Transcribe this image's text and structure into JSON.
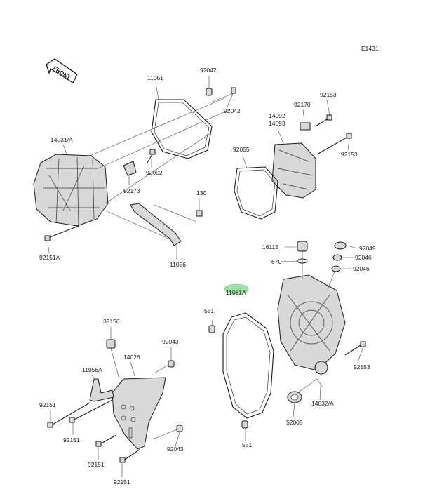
{
  "diagram_code": "E1431",
  "front_label": "FRONT",
  "highlight_color": "#9be3a6",
  "parts": {
    "p92042a": "92042",
    "p11061": "11061",
    "p92042b": "92042",
    "p14031A": "14031/A",
    "p92002": "92002",
    "p92173": "92173",
    "p130": "130",
    "p92151A": "92151A",
    "p11056": "11056",
    "p92153a": "92153",
    "p92170": "92170",
    "p14092": "14092",
    "p14093": "14093",
    "p92055": "92055",
    "p92153b": "92153",
    "p16115": "16115",
    "p670": "670",
    "p92049": "92049",
    "p92046a": "92046",
    "p92046b": "92046",
    "p11061A": "11061A",
    "p551a": "551",
    "p92153c": "92153",
    "p14032A": "14032/A",
    "p52005": "52005",
    "p551b": "551",
    "p39156": "39156",
    "p92043a": "92043",
    "p14026": "14026",
    "p11056A": "11056A",
    "p92151a": "92151",
    "p92151b": "92151",
    "p92151c": "92151",
    "p92151d": "92151",
    "p92043b": "92043"
  }
}
